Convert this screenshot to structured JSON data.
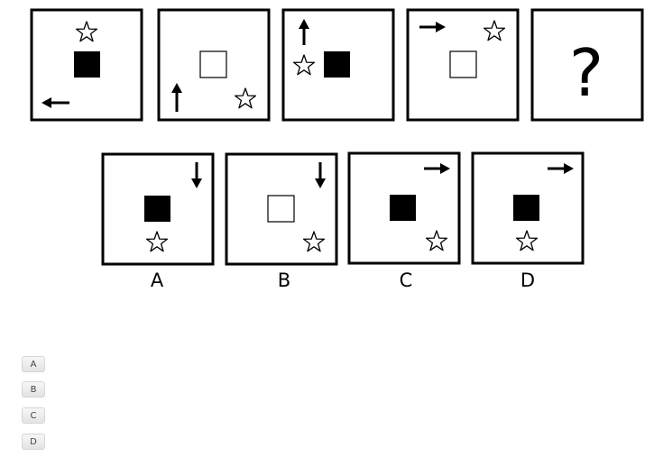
{
  "question_mark": "?",
  "options": [
    {
      "label": "A"
    },
    {
      "label": "B"
    },
    {
      "label": "C"
    },
    {
      "label": "D"
    }
  ],
  "answer_buttons": [
    {
      "label": "A"
    },
    {
      "label": "B"
    },
    {
      "label": "C"
    },
    {
      "label": "D"
    }
  ]
}
